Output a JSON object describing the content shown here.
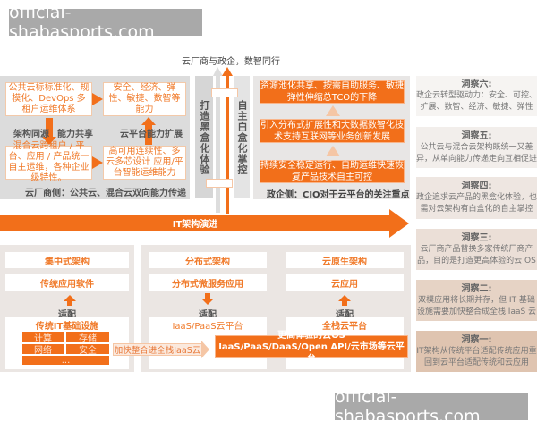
{
  "watermark": "official-shabasports.com",
  "top_label": "云厂商与政企，数智同行",
  "vendor_side": {
    "box1": "公共云标标准化、规模化、DevOps 多租户运维体系",
    "box2": "安全、经济、弹性、敏捷、数智等能力",
    "box3": "混合云跨租户 / 平台、应用 / 产品统一自主运维，各种企业级特性。",
    "box4": "高可用连续性、多云多芯设计 应用/平台智能运维能力",
    "label_left1": "架构同源",
    "label_left2": "能力共享",
    "label_right": "云平台能力扩展",
    "caption": "云厂商侧：公共云、混合云双向能力传递"
  },
  "vertical": {
    "left": "打造黑盒化体验",
    "right": "自主白盒化掌控"
  },
  "gov_side": {
    "items": [
      "资源池化共享、按需自助服务、敏捷弹性伸缩总TCO的下降",
      "引入分布式扩展性和大数据数智化技术支持互联网等业务创新发展",
      "持续安全稳定运行、自助运维快速恢复产品技术自主可控"
    ],
    "caption": "政企侧：CIO对于云平台的关注重点"
  },
  "main_arrow": "IT架构演进",
  "bottom": {
    "col1": {
      "arch": "集中式架构",
      "app": "传统应用软件",
      "adapt": "适配",
      "infra": "传统IT基础设施",
      "cells": [
        "计算",
        "存储",
        "网络",
        "安全",
        "..."
      ]
    },
    "col2": {
      "arch": "分布式架构",
      "app": "分布式微服务应用",
      "adapt": "适配",
      "infra": "IaaS/PaaS云平台"
    },
    "col3": {
      "arch": "云原生架构",
      "app": "云应用",
      "adapt": "适配",
      "infra": "全栈云平台"
    },
    "merge_arrow": "加快整合进全栈IaaS云",
    "os_title": "更高体验的云OS",
    "os_sub": "IaaS/PaaS/DaaS/Open API/云市场等云平台"
  },
  "insights": [
    {
      "title": "洞察六:",
      "text": "政企云转型驱动力：安全、可控、扩展、数智、经济、敏捷、弹性"
    },
    {
      "title": "洞察五:",
      "text": "公共云与混合云架构既统一又差异，从单向能力传递走向互相促进"
    },
    {
      "title": "洞察四:",
      "text": "政企追求云产品的黑盒化体验，也需对云架构有白盒化的自主掌控"
    },
    {
      "title": "洞察三:",
      "text": "云厂商产品替换多家传统厂商产品，目的是打造更高体验的云 OS"
    },
    {
      "title": "洞察二:",
      "text": "双模应用将长期并存，但 IT 基础设施需要加快整合成全栈 IaaS 云"
    },
    {
      "title": "洞察一:",
      "text": "IT架构从传统平台适配传统应用重回到云平台适配传统和云应用"
    }
  ],
  "colors": {
    "accent": "#f26f1a",
    "panel": "#dcdcdc",
    "insight_bg": [
      "#f6f4f2",
      "#f2eeeb",
      "#eee6e1",
      "#ebdfd7",
      "#e6d3c5",
      "#dfc4b0"
    ]
  }
}
